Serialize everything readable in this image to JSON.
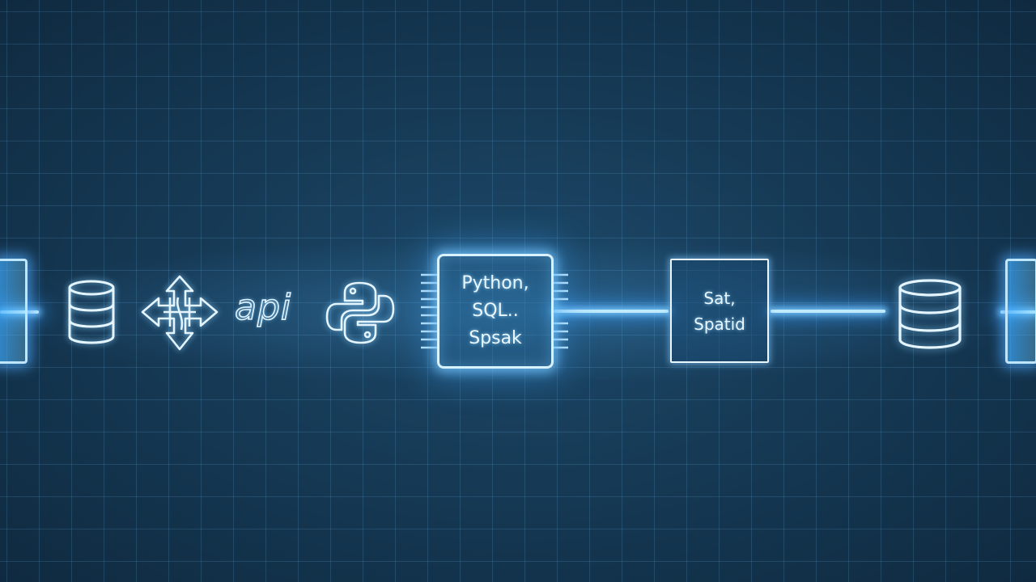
{
  "diagram": {
    "api_label": "api",
    "processor": {
      "lines": [
        "Python,",
        "SQL..",
        "Spsak"
      ]
    },
    "output_box": {
      "lines": [
        "Sat,",
        "Spatid"
      ]
    }
  },
  "icons": {
    "source_db": "database-icon",
    "transform": "arrows-transform-icon",
    "python": "python-logo-icon",
    "target_db": "database-icon"
  },
  "colors": {
    "background": "#163a56",
    "grid": "#3a6a90",
    "glow": "#7cc8ff",
    "line": "#dff3ff"
  }
}
